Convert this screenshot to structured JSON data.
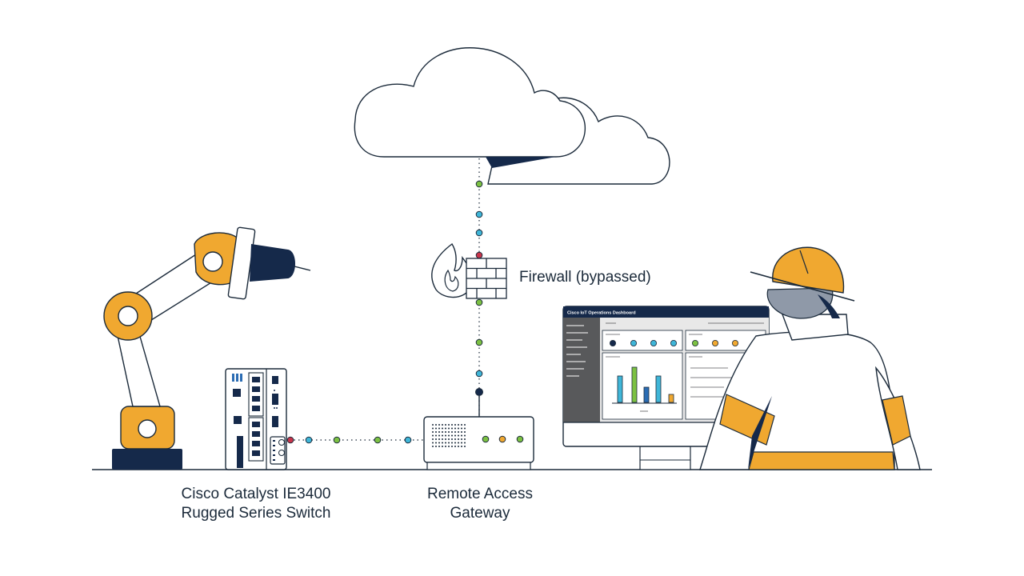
{
  "firewall": {
    "label": "Firewall (bypassed)"
  },
  "switch": {
    "label_line1": "Cisco Catalyst IE3400",
    "label_line2": "Rugged Series Switch"
  },
  "gateway": {
    "label_line1": "Remote Access",
    "label_line2": "Gateway"
  },
  "dashboard": {
    "title": "Cisco IoT Operations Dashboard"
  },
  "colors": {
    "navy": "#15294a",
    "orange": "#f0a830",
    "teal": "#3fb6d8",
    "green": "#7cc142",
    "red": "#c8344a",
    "blue": "#2b6cb3",
    "gray": "#58595b",
    "outline": "#1b2a3a"
  }
}
